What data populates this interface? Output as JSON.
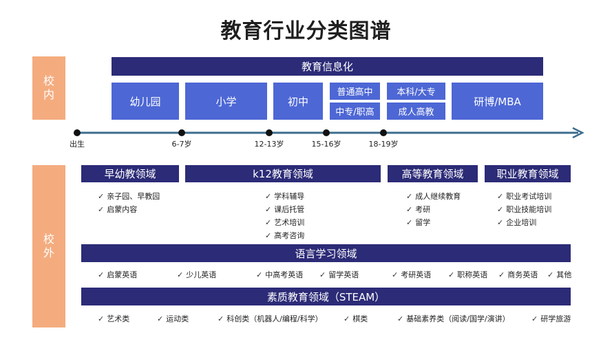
{
  "title": "教育行业分类图谱",
  "side_labels": {
    "inside": "校内",
    "outside": "校外"
  },
  "top_bar": "教育信息化",
  "inside_blocks": {
    "kindergarten": "幼儿园",
    "primary": "小学",
    "junior": "初中",
    "senior_general": "普通高中",
    "senior_vocational": "中专/职高",
    "undergrad": "本科/大专",
    "adult": "成人高教",
    "postgrad": "研博/MBA"
  },
  "timeline": [
    "出生",
    "6-7岁",
    "12-13岁",
    "15-16岁",
    "18-19岁"
  ],
  "check_mark": "✓",
  "domains": {
    "early": {
      "title": "早幼教领域",
      "items": [
        "亲子园、早教园",
        "启蒙内容"
      ]
    },
    "k12": {
      "title": "k12教育领域",
      "items": [
        "学科辅导",
        "课后托管",
        "艺术培训",
        "高考咨询"
      ]
    },
    "higher": {
      "title": "高等教育领域",
      "items": [
        "成人继续教育",
        "考研",
        "留学"
      ]
    },
    "vocational": {
      "title": "职业教育领域",
      "items": [
        "职业考试培训",
        "职业技能培训",
        "企业培训"
      ]
    }
  },
  "language": {
    "title": "语言学习领域",
    "items": [
      "启蒙英语",
      "少儿英语",
      "中高考英语",
      "留学英语",
      "考研英语",
      "职称英语",
      "商务英语",
      "其他"
    ]
  },
  "quality": {
    "title": "素质教育领域（STEAM）",
    "items": [
      "艺术类",
      "运动类",
      "科创类（机器人/编程/科学）",
      "棋类",
      "基础素养类（阅读/国学/演讲）",
      "研学旅游"
    ]
  },
  "colors": {
    "navy": "#2c2b77",
    "blue": "#4d67d5",
    "side": "#f4ac7f",
    "arrow": "#3e6d8e"
  }
}
